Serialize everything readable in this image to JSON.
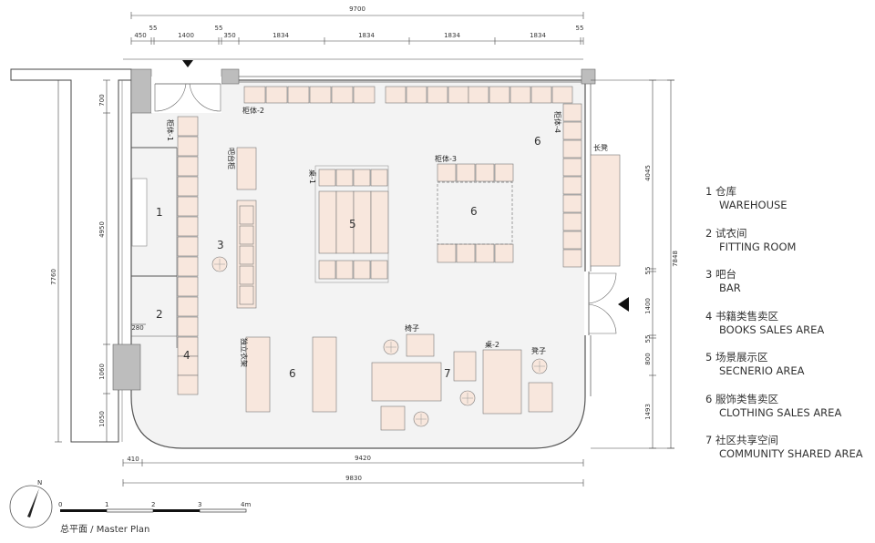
{
  "caption": "总平面 / Master Plan",
  "legend": [
    {
      "num": "1",
      "cn": "仓库",
      "en": "WAREHOUSE"
    },
    {
      "num": "2",
      "cn": "试衣间",
      "en": "FITTING ROOM"
    },
    {
      "num": "3",
      "cn": "吧台",
      "en": "BAR"
    },
    {
      "num": "4",
      "cn": "书籍类售卖区",
      "en": "BOOKS SALES AREA"
    },
    {
      "num": "5",
      "cn": "场景展示区",
      "en": "SECNERIO AREA"
    },
    {
      "num": "6",
      "cn": "服饰类售卖区",
      "en": "CLOTHING SALES AREA"
    },
    {
      "num": "7",
      "cn": "社区共享空间",
      "en": "COMMUNITY SHARED AREA"
    }
  ],
  "dimensions": {
    "top_total": "9700",
    "top_1": "450",
    "top_2": "55",
    "top_3": "1400",
    "top_4": "55",
    "top_5": "350",
    "top_6": "1834",
    "top_7": "1834",
    "top_8": "1834",
    "top_9": "1834",
    "top_10": "55",
    "left_total": "7760",
    "left_1": "700",
    "left_2": "4950",
    "left_3": "1060",
    "left_4": "1050",
    "inner_280": "280",
    "right_total": "7848",
    "right_1": "4045",
    "right_2": "55",
    "right_3": "1400",
    "right_4": "55",
    "right_5": "800",
    "right_6": "1493",
    "bottom_1": "410",
    "bottom_2": "9420",
    "bottom_total": "9830"
  },
  "labels": {
    "cabinet_1": "柜体-1",
    "cabinet_2": "柜体-2",
    "cabinet_3": "柜体-3",
    "cabinet_4": "柜体-4",
    "bar_cabinet": "吧台柜",
    "table_1": "桌-1",
    "table_2": "桌-2",
    "bench": "长凳",
    "chair": "椅子",
    "stool": "凳子",
    "rack": "独立衣架"
  },
  "zones": {
    "z1": "1",
    "z2": "2",
    "z3": "3",
    "z4": "4",
    "z5": "5",
    "z6a": "6",
    "z6b": "6",
    "z6c": "6",
    "z7": "7"
  },
  "scale": {
    "s0": "0",
    "s1": "1",
    "s2": "2",
    "s3": "3",
    "s4": "4m"
  },
  "north": "N",
  "colors": {
    "furniture": "#f8e7dd",
    "wall": "#bdbdbd",
    "line": "#444444",
    "floor": "#f3f3f3"
  }
}
